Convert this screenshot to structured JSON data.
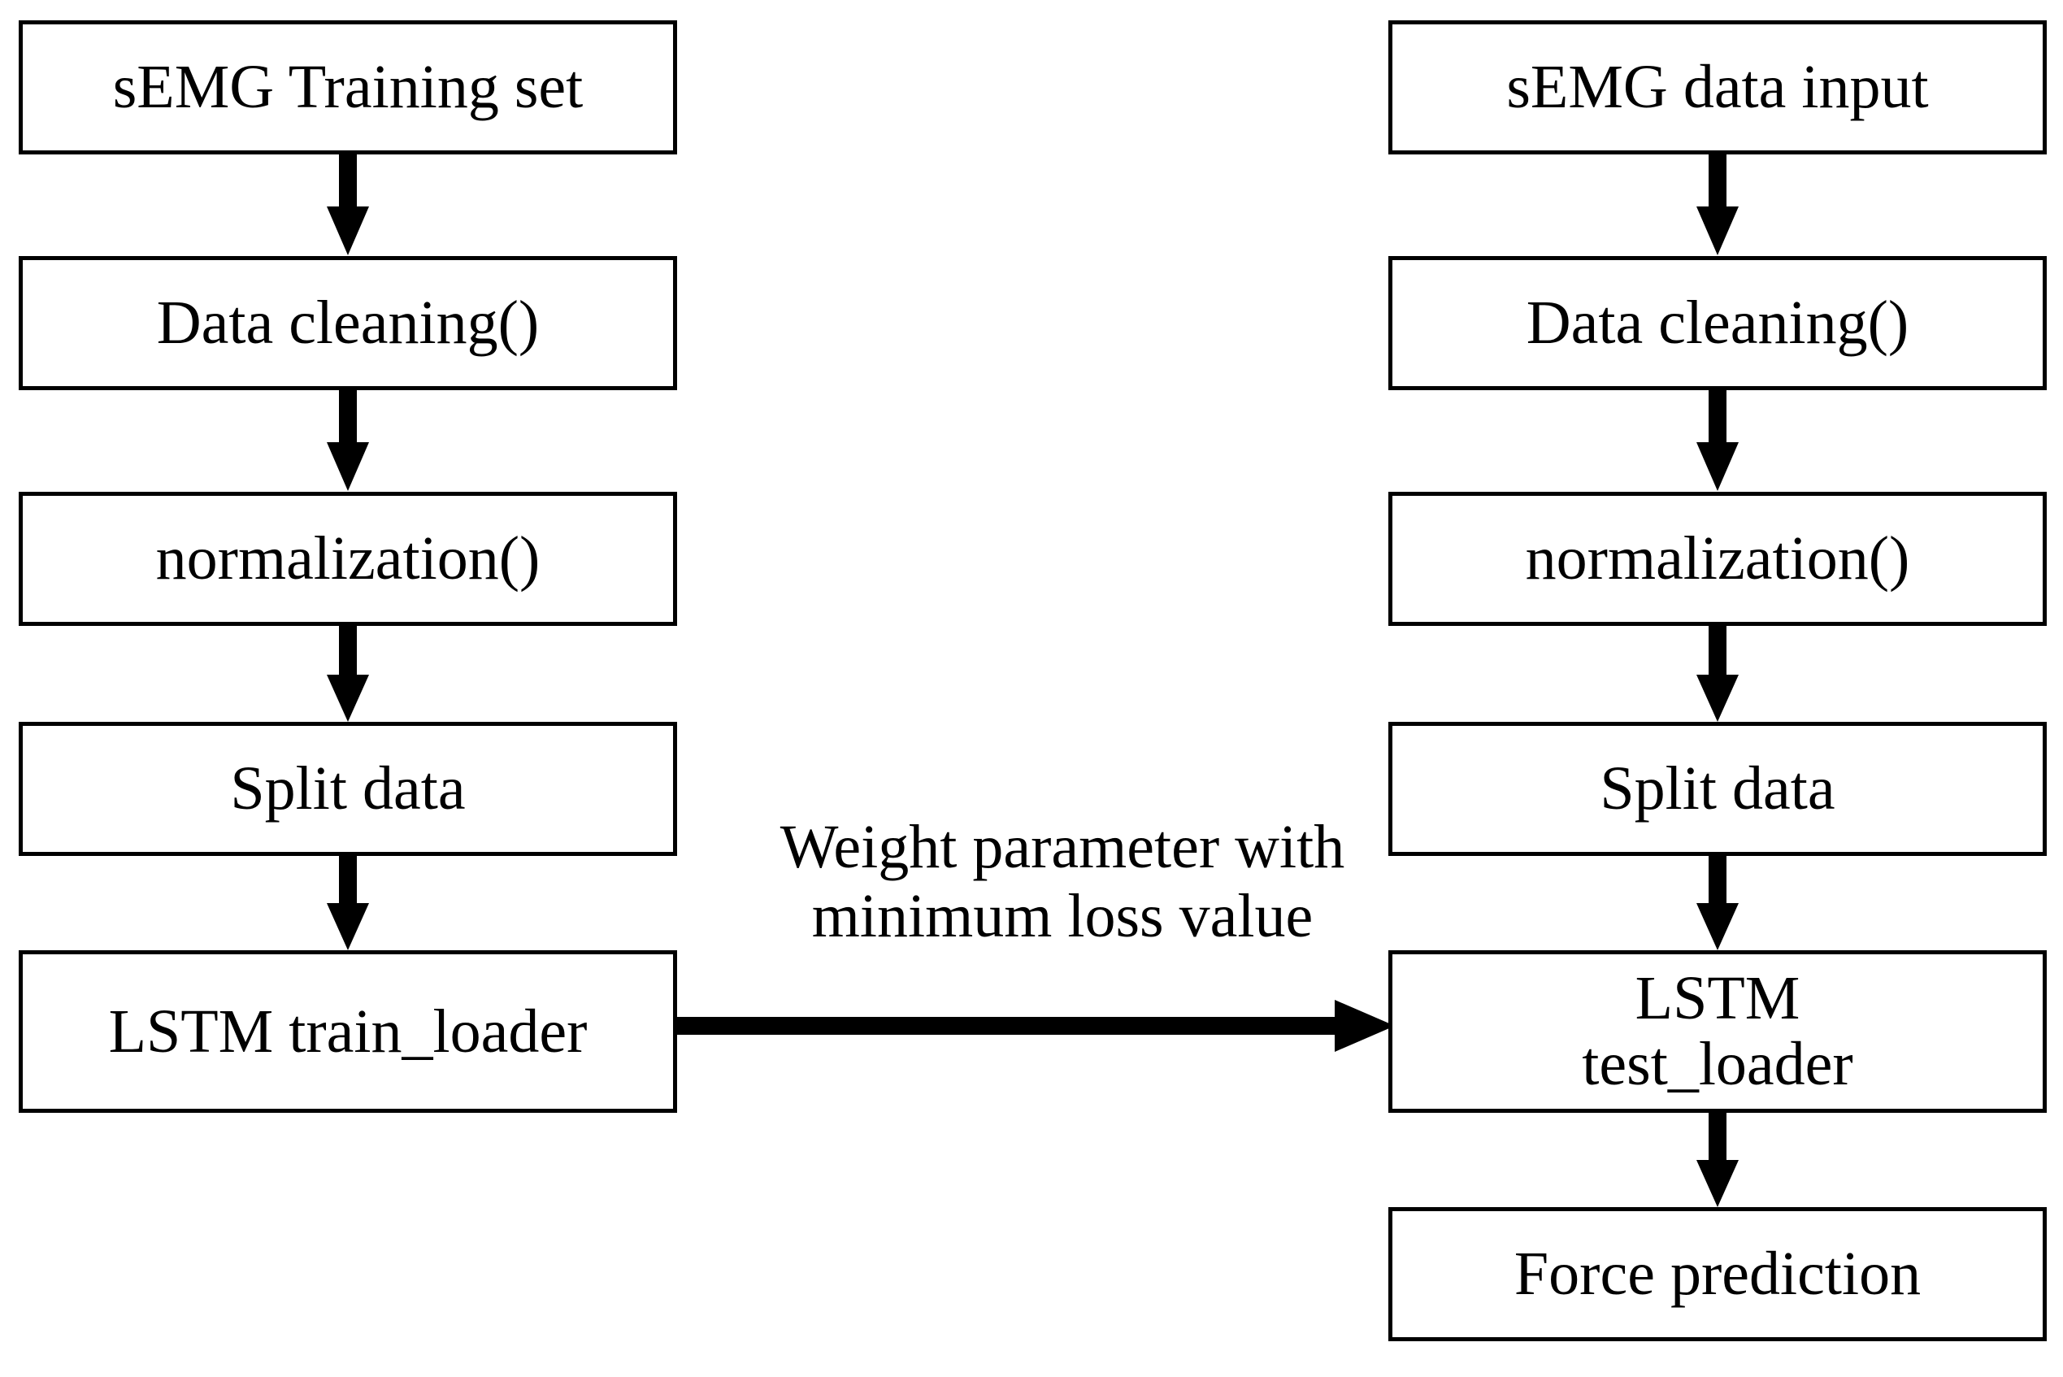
{
  "diagram": {
    "title": "LSTM sEMG force prediction pipeline flowchart",
    "background_color": "#ffffff",
    "stroke_color": "#000000",
    "columns": [
      {
        "name": "training-pipeline",
        "nodes": [
          {
            "id": "train-input",
            "label": "sEMG Training set"
          },
          {
            "id": "train-clean",
            "label": "Data cleaning()"
          },
          {
            "id": "train-norm",
            "label": "normalization()"
          },
          {
            "id": "train-split",
            "label": "Split data"
          },
          {
            "id": "train-loader",
            "label": "LSTM train_loader"
          }
        ]
      },
      {
        "name": "testing-pipeline",
        "nodes": [
          {
            "id": "test-input",
            "label": "sEMG data input"
          },
          {
            "id": "test-clean",
            "label": "Data cleaning()"
          },
          {
            "id": "test-norm",
            "label": "normalization()"
          },
          {
            "id": "test-split",
            "label": "Split data"
          },
          {
            "id": "test-loader",
            "label": "LSTM\ntest_loader"
          },
          {
            "id": "force-prediction",
            "label": "Force prediction"
          }
        ]
      }
    ],
    "edges": {
      "cross_link": {
        "from": "train-loader",
        "to": "test-loader",
        "label": "Weight parameter with\nminimum loss value",
        "direction": "right"
      },
      "vertical_label": ""
    }
  }
}
